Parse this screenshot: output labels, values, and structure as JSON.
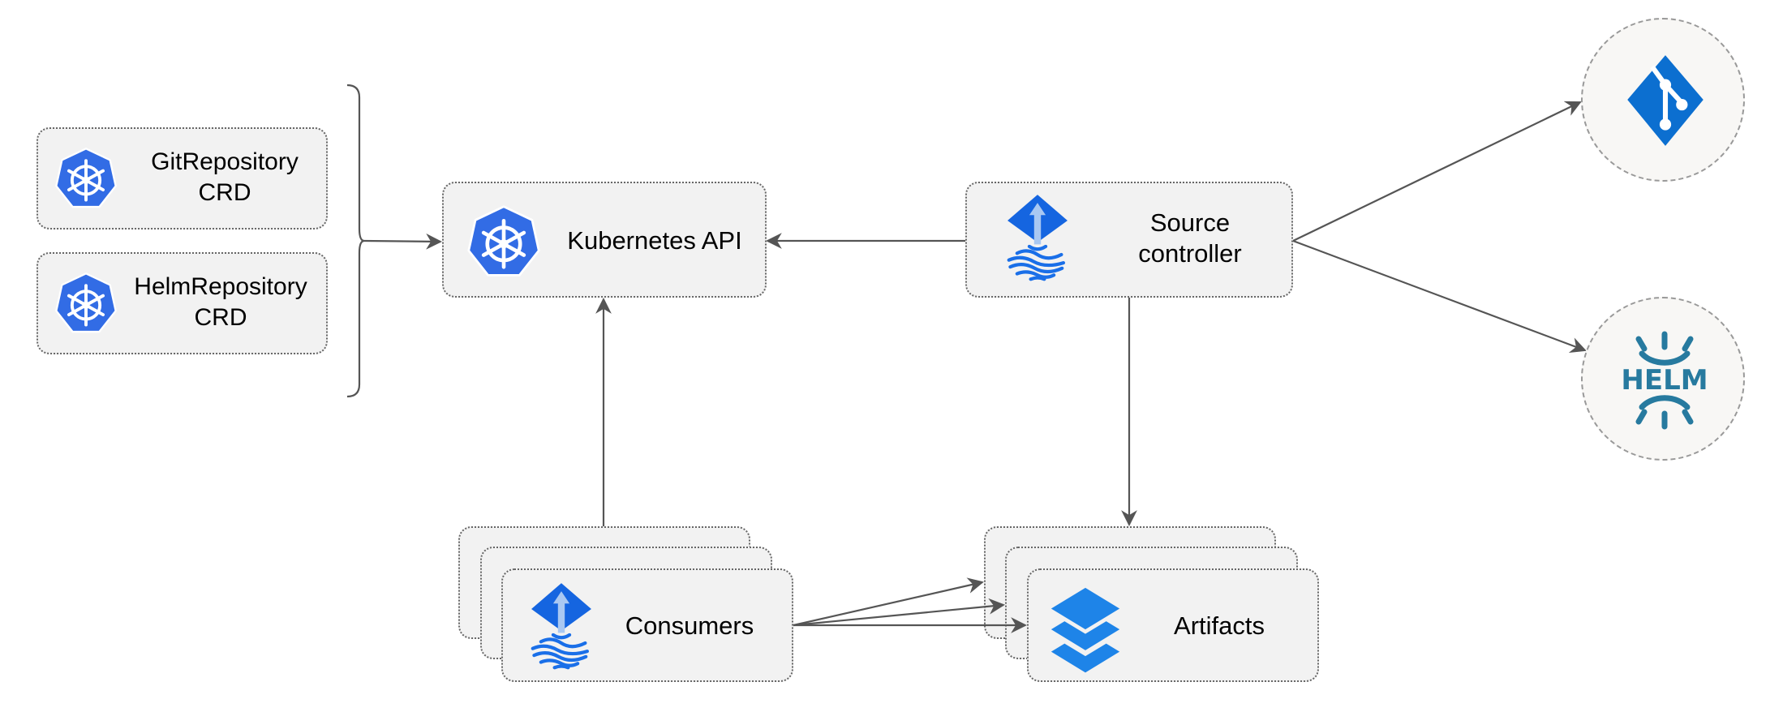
{
  "nodes": {
    "git_crd": {
      "line1": "GitRepository",
      "line2": "CRD",
      "icon": "kubernetes-icon"
    },
    "helm_crd": {
      "line1": "HelmRepository",
      "line2": "CRD",
      "icon": "kubernetes-icon"
    },
    "kubernetes_api": {
      "label": "Kubernetes API",
      "icon": "kubernetes-icon"
    },
    "source_controller": {
      "line1": "Source",
      "line2": "controller",
      "icon": "flux-icon"
    },
    "consumers": {
      "label": "Consumers",
      "icon": "flux-icon"
    },
    "artifacts": {
      "label": "Artifacts",
      "icon": "layers-icon"
    },
    "git": {
      "icon": "git-icon"
    },
    "helm": {
      "icon": "helm-icon",
      "logo_text": "HELM"
    }
  },
  "colors": {
    "k8s_blue": "#326ce5",
    "flux_blue": "#1565e0",
    "layers_blue": "#1e84e8",
    "helm_teal": "#277a9f",
    "git_blue": "#0c6fd0",
    "box_fill": "#f2f2f2",
    "edge": "#555555"
  }
}
